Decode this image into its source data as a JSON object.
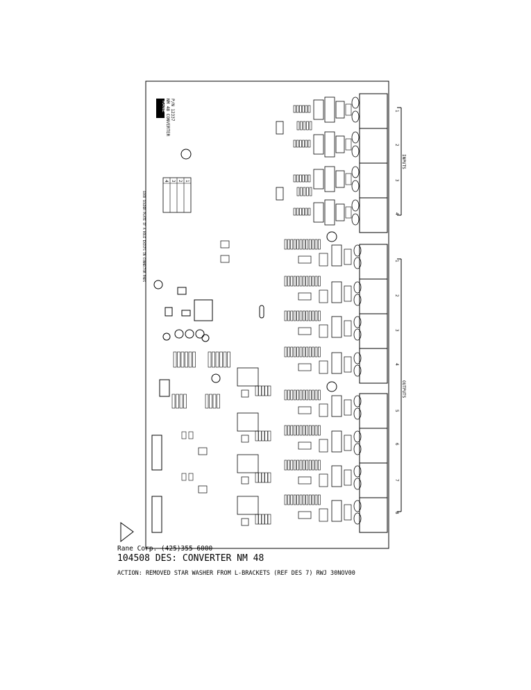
{
  "board": {
    "logo_text": "RANE",
    "board_title": "NM 48 CONVERTER",
    "board_pn": "P/N 12337",
    "rev_table_rows": [
      "1",
      "2",
      "3",
      "4"
    ],
    "vertical_note": "GOOD SOLDER PLATE IF A HOLE EXISTS IN CONNECTOR PADS",
    "inputs_label": "INPUTS",
    "outputs_label": "OUTPUTS",
    "input_channels": [
      "1",
      "2",
      "3",
      "4"
    ],
    "output_channels": [
      "1",
      "2",
      "3",
      "4",
      "5",
      "6",
      "7",
      "8"
    ]
  },
  "footer": {
    "company": "Rane Corp.   (425)355-6000",
    "title": "104508 DES: CONVERTER NM 48",
    "action": "ACTION: REMOVED STAR WASHER FROM L-BRACKETS (REF DES 7) RWJ 30NOV00"
  }
}
